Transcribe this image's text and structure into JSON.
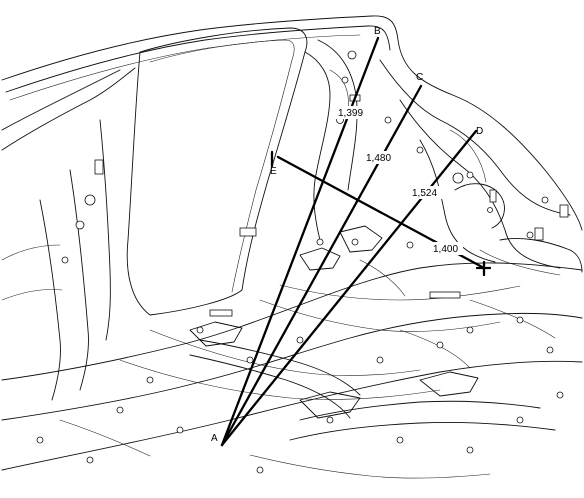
{
  "points": {
    "A": "A",
    "B": "B",
    "C": "C",
    "D": "D",
    "E": "E"
  },
  "dimensions": {
    "a_to_b": "1,399",
    "a_to_c": "1,480",
    "a_to_d": "1,524",
    "e_to_f": "1,400"
  },
  "colors": {
    "line": "#000000",
    "background": "#ffffff"
  }
}
